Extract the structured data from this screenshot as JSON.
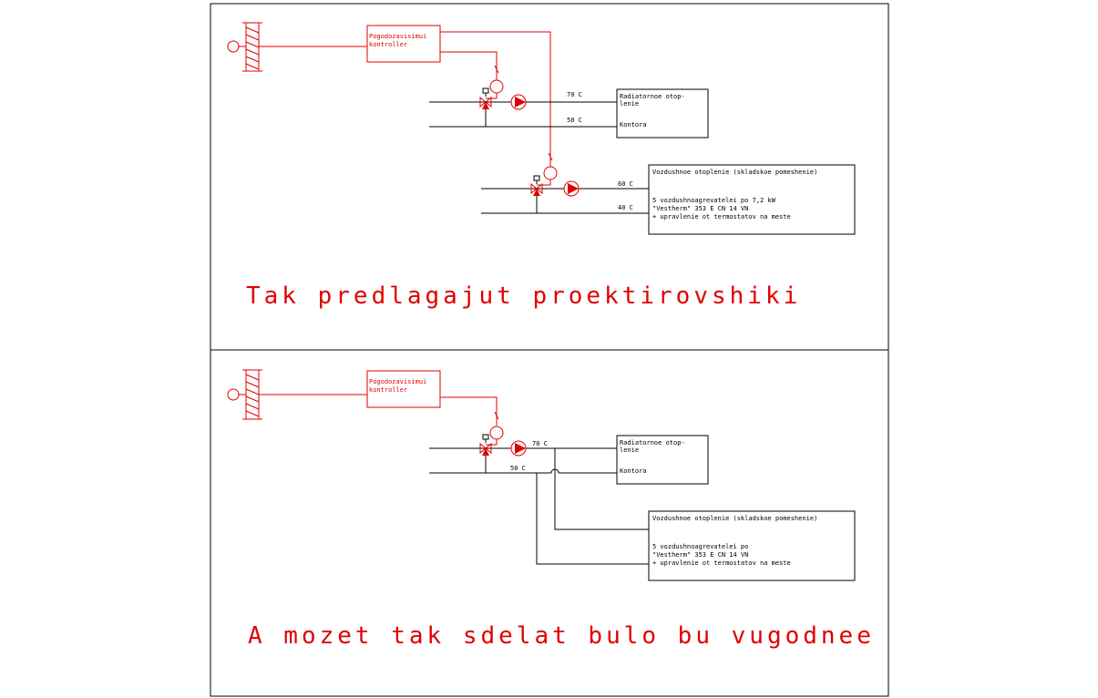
{
  "colors": {
    "red": "#e00000",
    "black": "#000000",
    "background": "#ffffff"
  },
  "top": {
    "controller_line1": "Pogodozavisimui",
    "controller_line2": "kontroller",
    "temp_supply_1": "70 C",
    "temp_return_1": "50 C",
    "radiator_line1": "Radiatornoe otop-",
    "radiator_line2": "lenie",
    "radiator_line3": "Kontora",
    "temp_supply_2": "60 C",
    "temp_return_2": "40 C",
    "air_line1": "Vozdushnoe otoplenie (skladskoe pomeshenie)",
    "air_line2": "5 vozdushnoagrevatelei po 7,2 kW",
    "air_line3": "\"Vestherm\" 353 E CN 14 VN",
    "air_line4": "+ upravlenie ot termostatov na meste",
    "caption": "Tak predlagajut proektirovshiki"
  },
  "bottom": {
    "controller_line1": "Pogodozavisimui",
    "controller_line2": "kontroller",
    "temp_supply": "70 C",
    "temp_return": "50 C",
    "radiator_line1": "Radiatornoe otop-",
    "radiator_line2": "lenie",
    "radiator_line3": "Kontora",
    "air_line1": "Vozdushnoe otoplenie (skladskoe pomeshenie)",
    "air_line2": "5 vozdushnoagrevatelei po",
    "air_line3": "\"Vestherm\" 353 E CN 14 VN",
    "air_line4": "+ upravlenie ot termostatov na meste",
    "caption": "A mozet tak sdelat bulo bu vugodnee"
  }
}
